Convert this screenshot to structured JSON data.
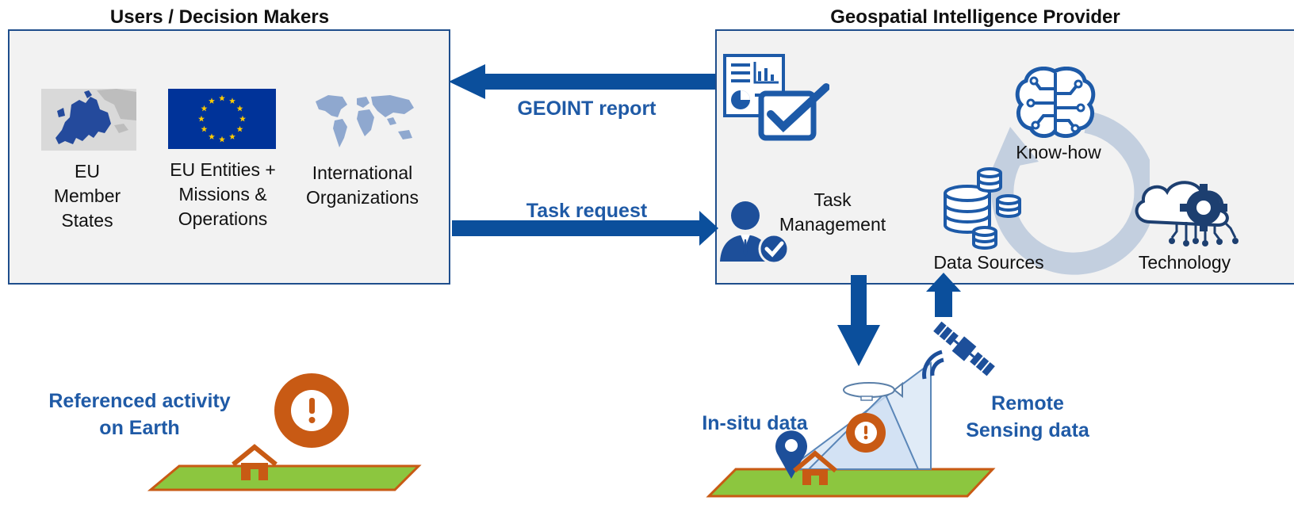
{
  "users_panel": {
    "title": "Users / Decision Makers",
    "groups": [
      {
        "icon": "eu-member-states-map-icon",
        "lines": [
          "EU",
          "Member",
          "States"
        ]
      },
      {
        "icon": "eu-flag-icon",
        "lines": [
          "EU Entities +",
          "Missions &",
          "Operations"
        ]
      },
      {
        "icon": "world-map-icon",
        "lines": [
          "International",
          "Organizations"
        ]
      }
    ]
  },
  "provider_panel": {
    "title": "Geospatial Intelligence Provider",
    "task_management": [
      "Task",
      "Management"
    ],
    "know_how": "Know-how",
    "data_sources": "Data Sources",
    "technology": "Technology"
  },
  "flows": {
    "geoint_report": "GEOINT report",
    "task_request": "Task request"
  },
  "earth": {
    "referenced_activity": [
      "Referenced activity",
      "on Earth"
    ],
    "in_situ": "In-situ data",
    "remote_sensing": [
      "Remote",
      "Sensing data"
    ]
  },
  "colors": {
    "panel_border": "#1f4e8c",
    "arrow_blue": "#0b4f9c",
    "label_blue": "#1f5aa6",
    "alert_orange": "#c85a14",
    "ground_green": "#8cc63f",
    "flag_blue": "#003399",
    "flag_star": "#ffcc00"
  }
}
